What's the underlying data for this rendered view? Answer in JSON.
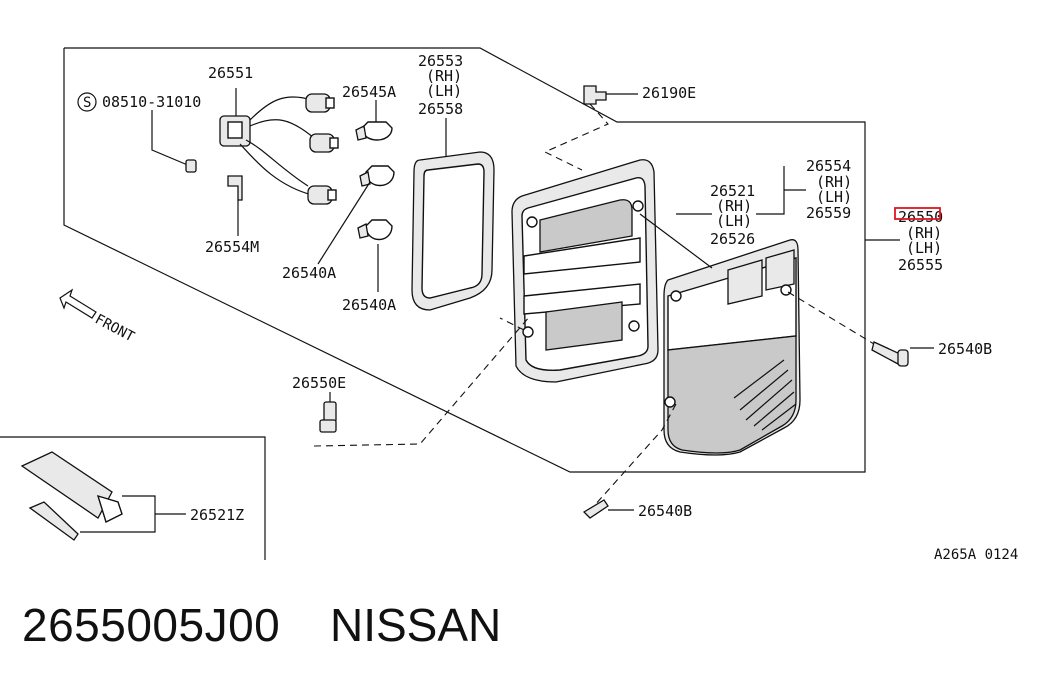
{
  "labels": {
    "l26551": "26551",
    "l08510": "08510-31010",
    "l08510_prefix": "S",
    "l26545a": "26545A",
    "l26553": "26553",
    "l26553_rh": "(RH)",
    "l26553_lh": "(LH)",
    "l26558": "26558",
    "l26190e": "26190E",
    "l26554": "26554",
    "l26554_rh": "(RH)",
    "l26554_lh": "(LH)",
    "l26559": "26559",
    "l26521": "26521",
    "l26521_rh": "(RH)",
    "l26521_lh": "(LH)",
    "l26526": "26526",
    "l26550": "26550",
    "l26550_rh": "(RH)",
    "l26550_lh": "(LH)",
    "l26555": "26555",
    "l26554m": "26554M",
    "l26540a_1": "26540A",
    "l26540a_2": "26540A",
    "l26540b_1": "26540B",
    "l26540b_2": "26540B",
    "l26550e": "26550E",
    "l26521z": "26521Z",
    "front": "FRONT",
    "code": "A265A 0124"
  },
  "footer": {
    "part_number": "2655005J00",
    "brand": "NISSAN"
  },
  "highlight_color": "#e0141e"
}
